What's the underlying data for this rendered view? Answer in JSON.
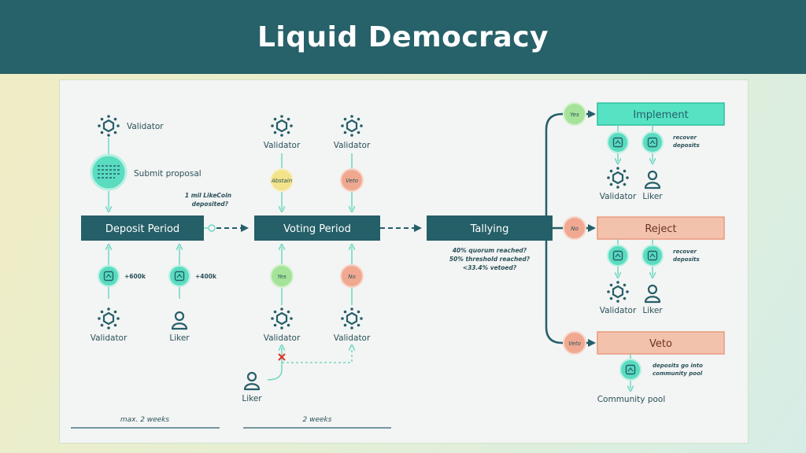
{
  "title": "Liquid Democracy",
  "colors": {
    "banner": "#276169",
    "dark_box": "#255f68",
    "teal": "#59dcc0",
    "line_teal": "#6fd8c2",
    "yes_green": "#a6e39a",
    "no_red": "#f0a891",
    "abstain_yellow": "#f3e38a",
    "implement_box": "#56e3c4",
    "reject_box": "#f3c2ad",
    "text_dark": "#2a5259"
  },
  "stages": {
    "deposit": "Deposit Period",
    "voting": "Voting Period",
    "tallying": "Tallying"
  },
  "deposit": {
    "top_actor": "Validator",
    "proposal_label": "Submit proposal",
    "condition": [
      "1 mil LikeCoin",
      "deposited?"
    ],
    "bottom_validator_amount": "+600k",
    "bottom_liker_amount": "+400k",
    "bottom_validator": "Validator",
    "bottom_liker": "Liker",
    "duration": "max. 2 weeks"
  },
  "voting": {
    "top_left_actor": "Validator",
    "top_right_actor": "Validator",
    "abstain_label": "Abstain",
    "veto_label": "Veto",
    "yes_label": "Yes",
    "no_label": "No",
    "bottom_left_actor": "Validator",
    "bottom_right_actor": "Validator",
    "liker": "Liker",
    "duration": "2 weeks"
  },
  "tallying": {
    "conditions": [
      "40% quorum reached?",
      "50% threshold reached?",
      "<33.4% vetoed?"
    ]
  },
  "outcomes": {
    "yes_badge": "Yes",
    "no_badge": "No",
    "veto_badge": "Veto",
    "implement": "Implement",
    "reject": "Reject",
    "veto": "Veto",
    "recover": [
      "recover",
      "deposits"
    ],
    "implement_validator": "Validator",
    "implement_liker": "Liker",
    "reject_validator": "Validator",
    "reject_liker": "Liker",
    "veto_note": [
      "deposits go into",
      "community pool"
    ],
    "community_pool": "Community pool"
  }
}
